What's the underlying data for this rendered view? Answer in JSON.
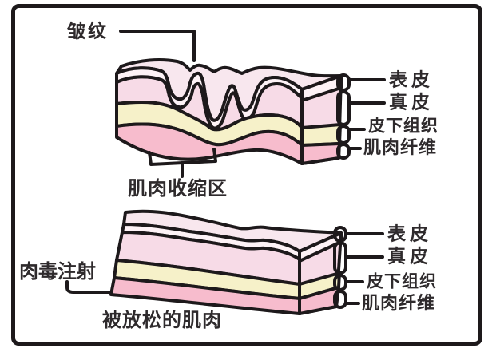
{
  "colors": {
    "background": "#ffffff",
    "outline": "#1d191b",
    "text": "#2e2a2c",
    "top_face": "#f8e7ee",
    "epidermis": "#fdf2f6",
    "dermis": "#f7dbe7",
    "subcutaneous": "#f6f1c9",
    "muscle": "#f7bccd"
  },
  "top_block": {
    "pointer_label": "皱纹",
    "layer_labels": [
      "表皮",
      "真皮",
      "皮下组织",
      "肌肉纤维"
    ],
    "bottom_label": "肌肉收缩区"
  },
  "bottom_block": {
    "pointer_label": "肉毒注射",
    "layer_labels": [
      "表皮",
      "真皮",
      "皮下组织",
      "肌肉纤维"
    ],
    "bottom_label": "被放松的肌肉"
  }
}
